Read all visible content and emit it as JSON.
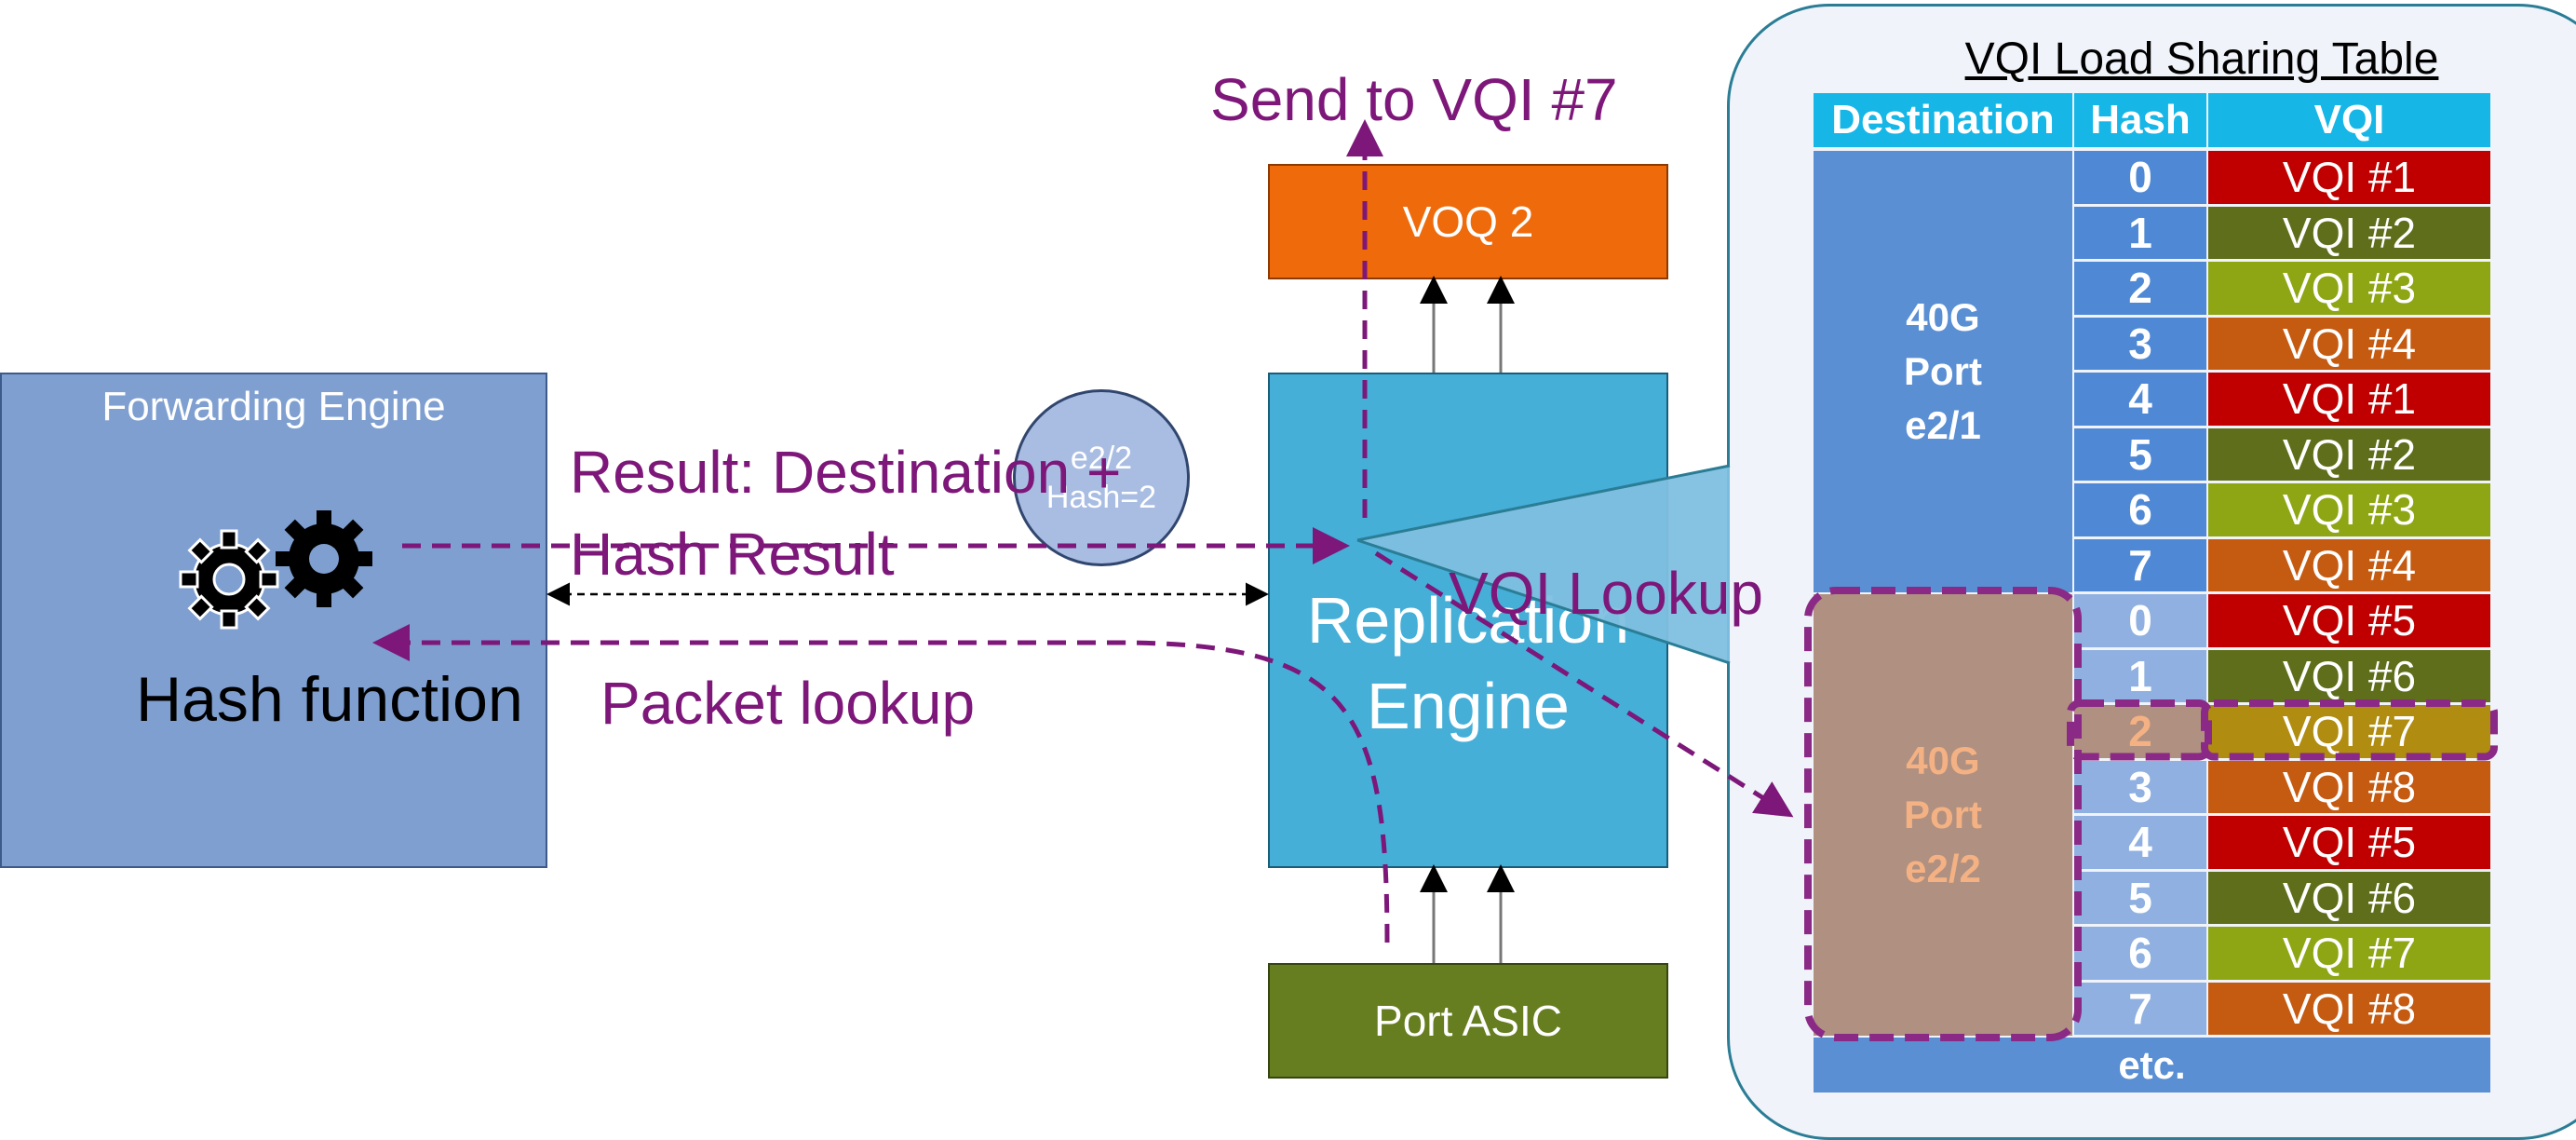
{
  "forwarding_engine": {
    "title": "Forwarding Engine",
    "function_label": "Hash function",
    "icon": "gears-icon"
  },
  "voq": {
    "label": "VOQ 2"
  },
  "replication_engine": {
    "label_line1": "Replication",
    "label_line2": "Engine"
  },
  "port_asic": {
    "label": "Port ASIC"
  },
  "callout": {
    "line1": "e2/2",
    "line2": "Hash=2"
  },
  "flow_labels": {
    "send": "Send to VQI #7",
    "result_line1": "Result: Destination +",
    "result_line2": "Hash Result",
    "packet_lookup": "Packet lookup",
    "vqi_lookup": "VQI Lookup"
  },
  "table": {
    "title": "VQI Load Sharing Table",
    "headers": [
      "Destination",
      "Hash",
      "VQI"
    ],
    "groups": [
      {
        "dest_lines": [
          "40G",
          "Port",
          "e2/1"
        ],
        "highlighted": false,
        "rows": [
          {
            "hash": "0",
            "vqi": "VQI #1"
          },
          {
            "hash": "1",
            "vqi": "VQI #2"
          },
          {
            "hash": "2",
            "vqi": "VQI #3"
          },
          {
            "hash": "3",
            "vqi": "VQI #4"
          },
          {
            "hash": "4",
            "vqi": "VQI #1"
          },
          {
            "hash": "5",
            "vqi": "VQI #2"
          },
          {
            "hash": "6",
            "vqi": "VQI #3"
          },
          {
            "hash": "7",
            "vqi": "VQI #4"
          }
        ]
      },
      {
        "dest_lines": [
          "40G",
          "Port",
          "e2/2"
        ],
        "highlighted": true,
        "rows": [
          {
            "hash": "0",
            "vqi": "VQI #5"
          },
          {
            "hash": "1",
            "vqi": "VQI #6"
          },
          {
            "hash": "2",
            "vqi": "VQI #7"
          },
          {
            "hash": "3",
            "vqi": "VQI #8"
          },
          {
            "hash": "4",
            "vqi": "VQI #5"
          },
          {
            "hash": "5",
            "vqi": "VQI #6"
          },
          {
            "hash": "6",
            "vqi": "VQI #7"
          },
          {
            "hash": "7",
            "vqi": "VQI #8"
          }
        ]
      }
    ],
    "footer": "etc.",
    "selected": {
      "group": 1,
      "row": 2
    }
  },
  "colors": {
    "purple": "#7d1779",
    "vqi_palette": [
      "#c00000",
      "#5f6e1a",
      "#8ea613",
      "#c55a11"
    ],
    "hash_col_group1": "#4f89d5",
    "hash_col_group2": "#8fb0e0",
    "dest_group1": "#5a8fd4",
    "dest_group2_highlight": "#b09080",
    "dest_group2_text": "#f4b183"
  }
}
